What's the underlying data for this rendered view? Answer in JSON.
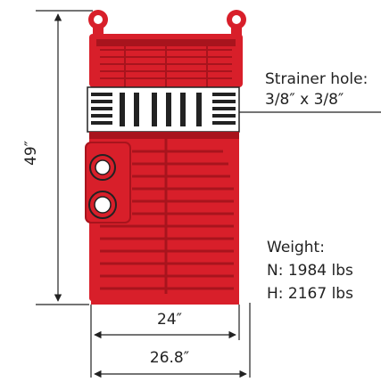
{
  "labels": {
    "height": "49″",
    "strainer_title": "Strainer hole:",
    "strainer_value": "3/8″ x 3/8″",
    "weight_title": "Weight:",
    "weight_n": "N: 1984 lbs",
    "weight_h": "H: 2167 lbs",
    "width_base": "24″",
    "width_overall": "26.8″"
  },
  "colors": {
    "body_red": "#d81f2a",
    "shadow_red": "#a8141d",
    "dimension_line": "#222222",
    "strainer_band": "#ffffff"
  }
}
